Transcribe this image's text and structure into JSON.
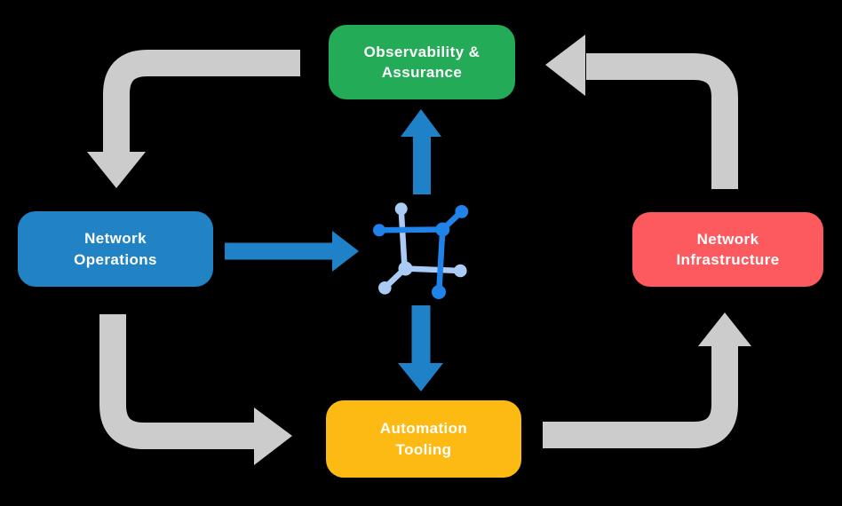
{
  "diagram": {
    "background_color": "#000000",
    "text_color": "#FFFFFF",
    "nodes": [
      {
        "id": "observability-assurance",
        "label": "Observability &\nAssurance",
        "color": "#23AB57"
      },
      {
        "id": "network-operations",
        "label": "Network\nOperations",
        "color": "#2182C4"
      },
      {
        "id": "network-infrastructure",
        "label": "Network\nInfrastructure",
        "color": "#FC5A5F"
      },
      {
        "id": "automation-tooling",
        "label": "Automation\nTooling",
        "color": "#FCBA12"
      }
    ],
    "center_icon": {
      "name": "network-fabric-icon",
      "dark_blue": "#1F83EA",
      "light_blue": "#A9CBF5"
    },
    "arrows": {
      "cycle_color": "#CCCCCC",
      "flow_color": "#1F82C8",
      "cycle": [
        {
          "from": "observability-assurance",
          "to": "network-operations"
        },
        {
          "from": "network-operations",
          "to": "automation-tooling"
        },
        {
          "from": "automation-tooling",
          "to": "network-infrastructure"
        },
        {
          "from": "network-infrastructure",
          "to": "observability-assurance"
        }
      ],
      "flow": [
        {
          "from": "network-operations",
          "to": "center-icon"
        },
        {
          "from": "center-icon",
          "to": "observability-assurance"
        },
        {
          "from": "center-icon",
          "to": "automation-tooling"
        }
      ]
    }
  }
}
